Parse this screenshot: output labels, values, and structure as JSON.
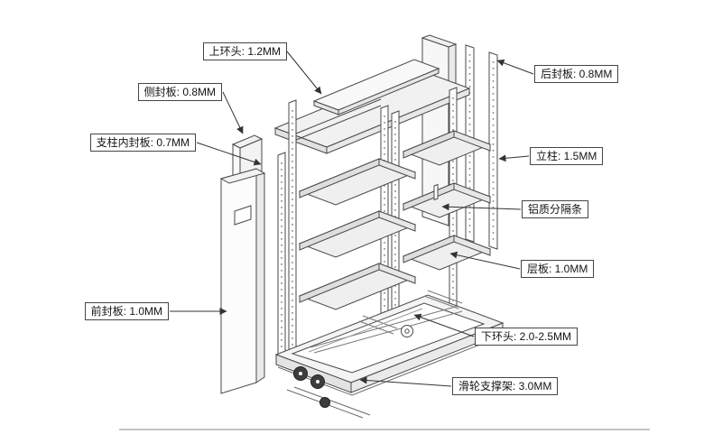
{
  "diagram": {
    "colors": {
      "line": "#4a4a4a",
      "label_border": "#454545",
      "wheel": "#3d3d3d"
    },
    "labels": {
      "top_ring": {
        "text": "上环头: 1.2MM"
      },
      "side_seal_panel": {
        "text": "侧封板: 0.8MM"
      },
      "pillar_inner_panel": {
        "text": "支柱内封板: 0.7MM"
      },
      "front_seal_panel": {
        "text": "前封板: 1.0MM"
      },
      "rear_seal_panel": {
        "text": "后封板: 0.8MM"
      },
      "upright_column": {
        "text": "立柱: 1.5MM"
      },
      "aluminum_divider": {
        "text": "铝质分隔条"
      },
      "shelf_board": {
        "text": "层板: 1.0MM"
      },
      "bottom_ring": {
        "text": "下环头: 2.0-2.5MM"
      },
      "roller_support": {
        "text": "滑轮支撑架: 3.0MM"
      }
    }
  }
}
